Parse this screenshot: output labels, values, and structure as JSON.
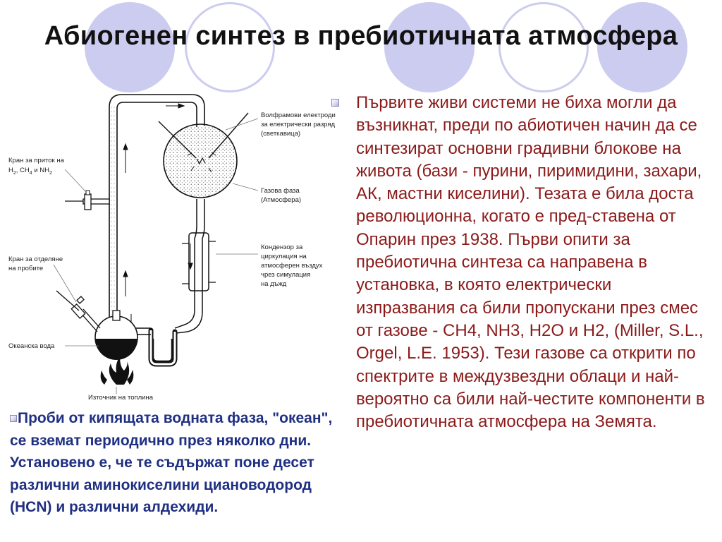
{
  "slide": {
    "title": "Абиогенен синтез в пребиотичната атмосфера",
    "accent_color": "#ccccf0",
    "right_text_color": "#8b1a1a",
    "left_text_color": "#1f2f82"
  },
  "diagram": {
    "labels": {
      "electrodes": [
        "Волфрамови електроди",
        "за електрически разряд",
        "(светкавица)"
      ],
      "gas_inlet": [
        "Кран за приток на",
        "H",
        "2",
        ", CH",
        "4",
        " и NH",
        "2"
      ],
      "gas_phase": [
        "Газова фаза",
        "(Атмосфера)"
      ],
      "condenser": [
        "Кондензор за",
        "циркулация на",
        "атмосферен въздух",
        "чрез симулация",
        "на дъжд"
      ],
      "sample_tap": [
        "Кран за отделяне",
        "на пробите"
      ],
      "ocean": "Океанска вода",
      "heat": "Източник на топлина"
    }
  },
  "right_paragraph": "Първите живи системи не биха могли да възникнат, преди по абиотичен начин да се синтезират основни градивни блокове на живота (бази - пурини, пиримидини, захари, АК, мастни киселини). Тезата е била доста революционна, когато е пред-ставена от Опарин през 1938. Първи опити  за пребиотична синтеза са направена в установка, в която електрически изпразвания са били пропускани през смес от газове - CH4, NH3, H2O и H2, (Miller, S.L., Orgel, L.E. 1953). Тези газове са открити по спектрите в междузвездни облаци и най-вероятно са били най-честите компоненти в пребиотичната атмосфера на Земята.",
  "left_paragraph": "Проби от кипящата водната фаза, \"океан\", се вземат периодично през няколко дни. Установено е, че те съдържат поне десет различни аминокиселини циановодород (HCN) и различни алдехиди."
}
